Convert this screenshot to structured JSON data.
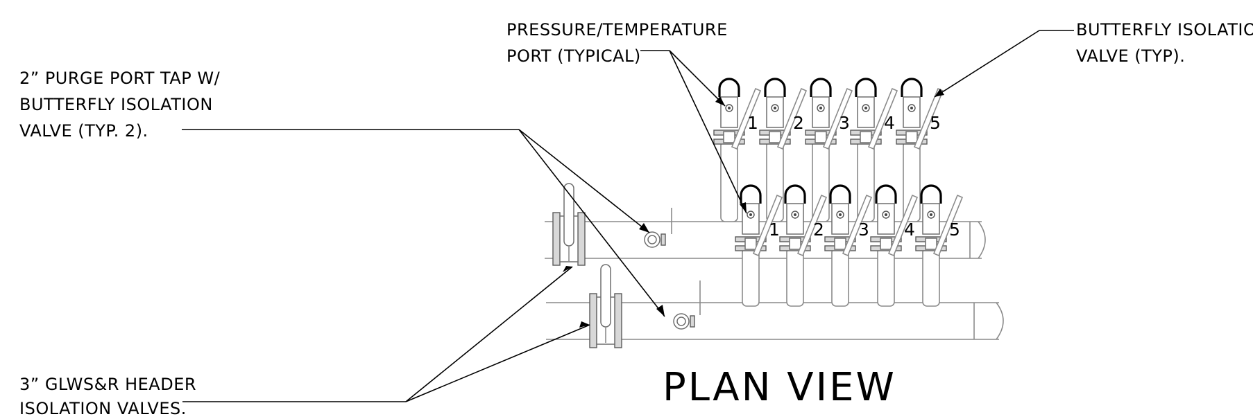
{
  "drawing": {
    "title": "PLAN VIEW",
    "callouts": {
      "purge_port": [
        "2” PURGE PORT TAP W/",
        "BUTTERFLY ISOLATION",
        "VALVE (TYP. 2)."
      ],
      "pt_port": [
        "PRESSURE/TEMPERATURE",
        "PORT (TYPICAL)"
      ],
      "butterfly_valve": [
        "BUTTERFLY ISOLATION",
        "VALVE (TYP)."
      ],
      "header_valves": [
        "3” GLWS&R HEADER",
        "ISOLATION VALVES."
      ]
    },
    "branch_numbers": [
      "1",
      "2",
      "3",
      "4",
      "5"
    ],
    "colors": {
      "text": "#000000",
      "leader": "#000000",
      "pipe": "#8a8a8a",
      "handle": "#000000"
    }
  }
}
